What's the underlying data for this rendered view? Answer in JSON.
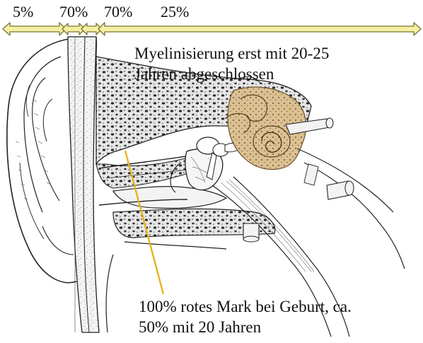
{
  "segments": [
    {
      "label": "5%"
    },
    {
      "label": "70%"
    },
    {
      "label": "70%"
    },
    {
      "label": "25%"
    }
  ],
  "annotations": {
    "myelin_line1": "Myelinisierung erst mit 20-25",
    "myelin_line2": "Jahren abgeschlossen",
    "marrow_line1": "100% rotes Mark bei Geburt, ca.",
    "marrow_line2": "50% mit 20 Jahren"
  },
  "colors": {
    "arrow_fill": "#f4f0a2",
    "arrow_stroke": "#7a7437",
    "pointer": "#e7b21c",
    "inner_ear": "#dcc092"
  }
}
